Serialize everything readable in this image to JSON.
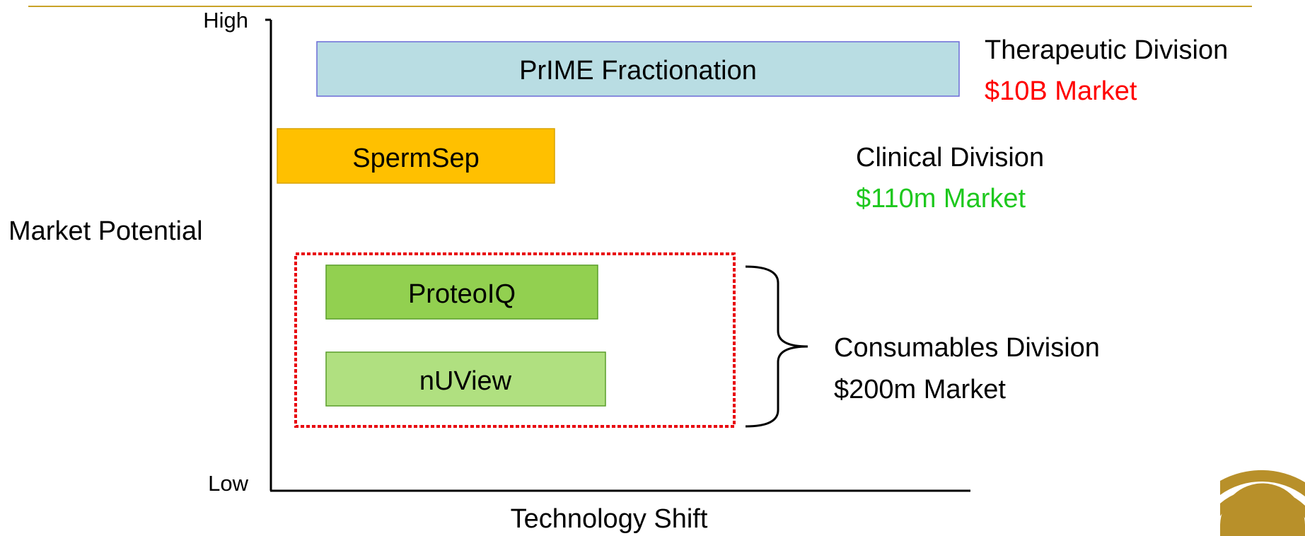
{
  "axes": {
    "y_high": "High",
    "y_low": "Low",
    "y_title": "Market Potential",
    "x_title": "Technology Shift"
  },
  "bars": [
    {
      "label": "PrIME Fractionation",
      "color": "#b9dde3",
      "stroke": "#6b6bd6"
    },
    {
      "label": "SpermSep",
      "color": "#ffc000",
      "stroke": "#d9a300"
    },
    {
      "label": "ProteoIQ",
      "color": "#92d050",
      "stroke": "#5a9e2a"
    },
    {
      "label": "nUView",
      "color": "#b0e080",
      "stroke": "#5a9e2a"
    }
  ],
  "divisions": {
    "therapeutic": {
      "name": "Therapeutic Division",
      "market": "$10B Market",
      "market_color": "#ff0000"
    },
    "clinical": {
      "name": "Clinical Division",
      "market": "$110m Market",
      "market_color": "#1ec81e"
    },
    "consumables": {
      "name": "Consumables Division",
      "market": "$200m Market",
      "market_color": "#000000"
    }
  },
  "colors": {
    "top_rule": "#c9a227",
    "group_outline": "#e8000b",
    "logo": "#b8902a"
  }
}
